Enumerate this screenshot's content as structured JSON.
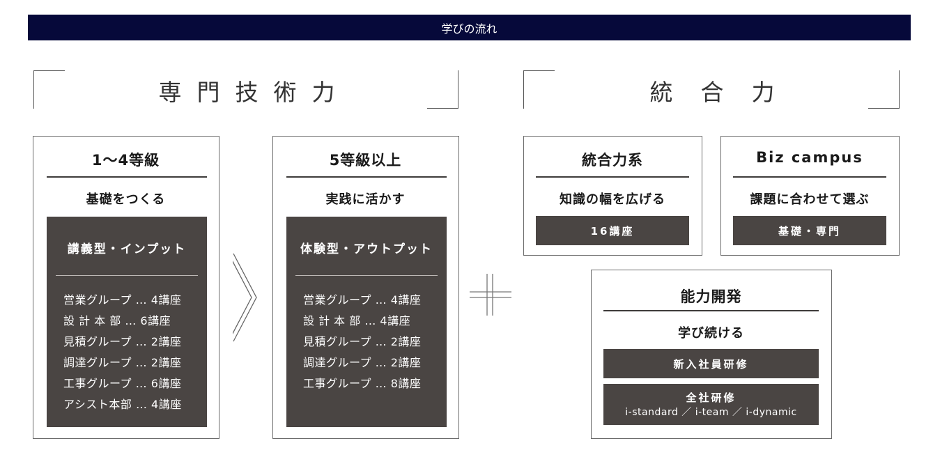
{
  "header": {
    "title": "学びの流れ"
  },
  "sections": {
    "specialist": {
      "title": "専門技術力"
    },
    "integration": {
      "title": "統合力"
    }
  },
  "grade1_4": {
    "title": "1～4等級",
    "subtitle": "基礎をつくる",
    "panel_heading": "講義型・インプット",
    "courses": [
      "営業グループ … 4講座",
      "設 計 本 部 … 6講座",
      "見積グループ … 2講座",
      "調達グループ … 2講座",
      "工事グループ … 6講座",
      "アシスト本部 … 4講座"
    ]
  },
  "grade5": {
    "title": "5等級以上",
    "subtitle": "実践に活かす",
    "panel_heading": "体験型・アウトプット",
    "courses": [
      "営業グループ … 4講座",
      "設 計 本 部 … 4講座",
      "見積グループ … 2講座",
      "調達グループ … 2講座",
      "工事グループ … 8講座"
    ]
  },
  "integrated": {
    "title": "統合力系",
    "subtitle": "知識の幅を広げる",
    "pill": "16講座"
  },
  "biz_campus": {
    "title": "Biz campus",
    "subtitle": "課題に合わせて選ぶ",
    "pill": "基礎・専門"
  },
  "ability": {
    "title": "能力開発",
    "subtitle": "学び続ける",
    "pill1": "新入社員研修",
    "pill2": "全社研修",
    "pill2_sub": "i-standard ／ i-team ／ i-dynamic"
  },
  "colors": {
    "header_bg": "#06093a",
    "panel_bg": "#4a4543"
  },
  "icons": {
    "flow_arrow": "double-chevron-right-icon",
    "plus": "double-plus-icon"
  }
}
